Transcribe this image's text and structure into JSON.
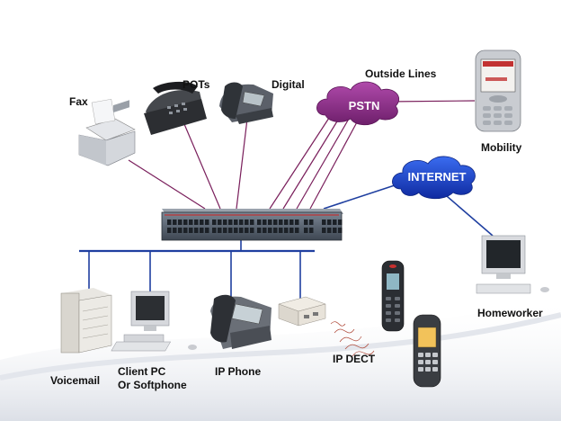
{
  "labels": {
    "fax": "Fax",
    "pots": "POTs",
    "digital": "Digital",
    "outside_lines": "Outside Lines",
    "mobility": "Mobility",
    "homeworker": "Homeworker",
    "voicemail": "Voicemail",
    "client_pc_line1": "Client PC",
    "client_pc_line2": "Or Softphone",
    "ip_phone": "IP Phone",
    "ip_dect": "IP DECT"
  },
  "clouds": {
    "pstn": "PSTN",
    "internet": "INTERNET"
  },
  "colors": {
    "analog_link": "#7a1f5c",
    "lan_bus": "#1f3fa0",
    "pstn_cloud": "#8b2a86",
    "internet_cloud": "#1a3cc8",
    "dect_waves": "#b04a3a"
  },
  "icons": [
    "fax-machine-icon",
    "analog-phone-icon",
    "digital-phone-icon",
    "mobile-phone-icon",
    "switch-icon",
    "voicemail-server-icon",
    "pc-icon",
    "ip-phone-icon",
    "dect-base-icon",
    "dect-handset-icon",
    "homeworker-pc-icon"
  ]
}
